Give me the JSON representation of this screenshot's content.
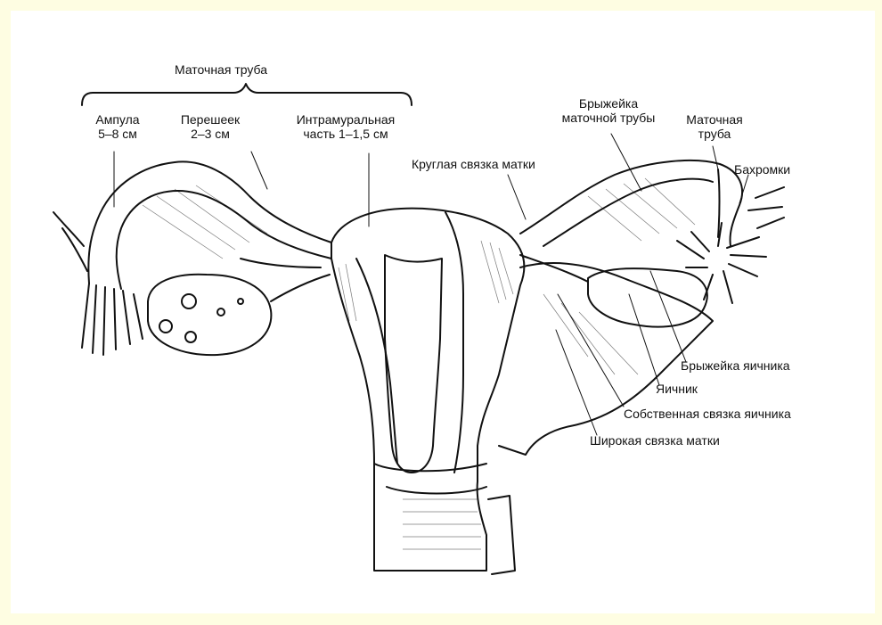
{
  "labels": {
    "tube_header": "Маточная труба",
    "ampulla_name": "Ампула",
    "ampulla_size": "5–8 см",
    "isthmus_name": "Перешеек",
    "isthmus_size": "2–3 см",
    "intramural_name": "Интрамуральная",
    "intramural_size": "часть 1–1,5 см",
    "round_ligament": "Круглая связка матки",
    "mesosalpinx_1": "Брыжейка",
    "mesosalpinx_2": "маточной трубы",
    "tube_right_1": "Маточная",
    "tube_right_2": "труба",
    "fimbriae": "Бахромки",
    "mesovarium": "Брыжейка яичника",
    "ovary": "Яичник",
    "ovarian_ligament": "Собственная связка яичника",
    "broad_ligament": "Широкая связка матки"
  }
}
